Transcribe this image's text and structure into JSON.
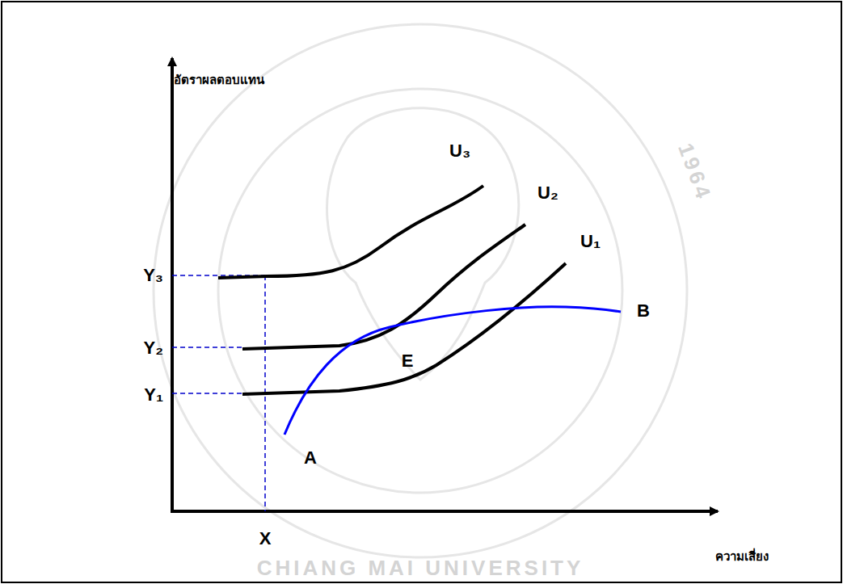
{
  "diagram": {
    "labels": [
      "อัตราผลตอบแทน",
      "ความเสี่ยง",
      "U₃",
      "U₂",
      "U₁",
      "Y₃",
      "Y₂",
      "Y₁",
      "X",
      "A",
      "E",
      "B",
      "CHIANG MAI UNIVERSITY",
      "1964"
    ]
  }
}
